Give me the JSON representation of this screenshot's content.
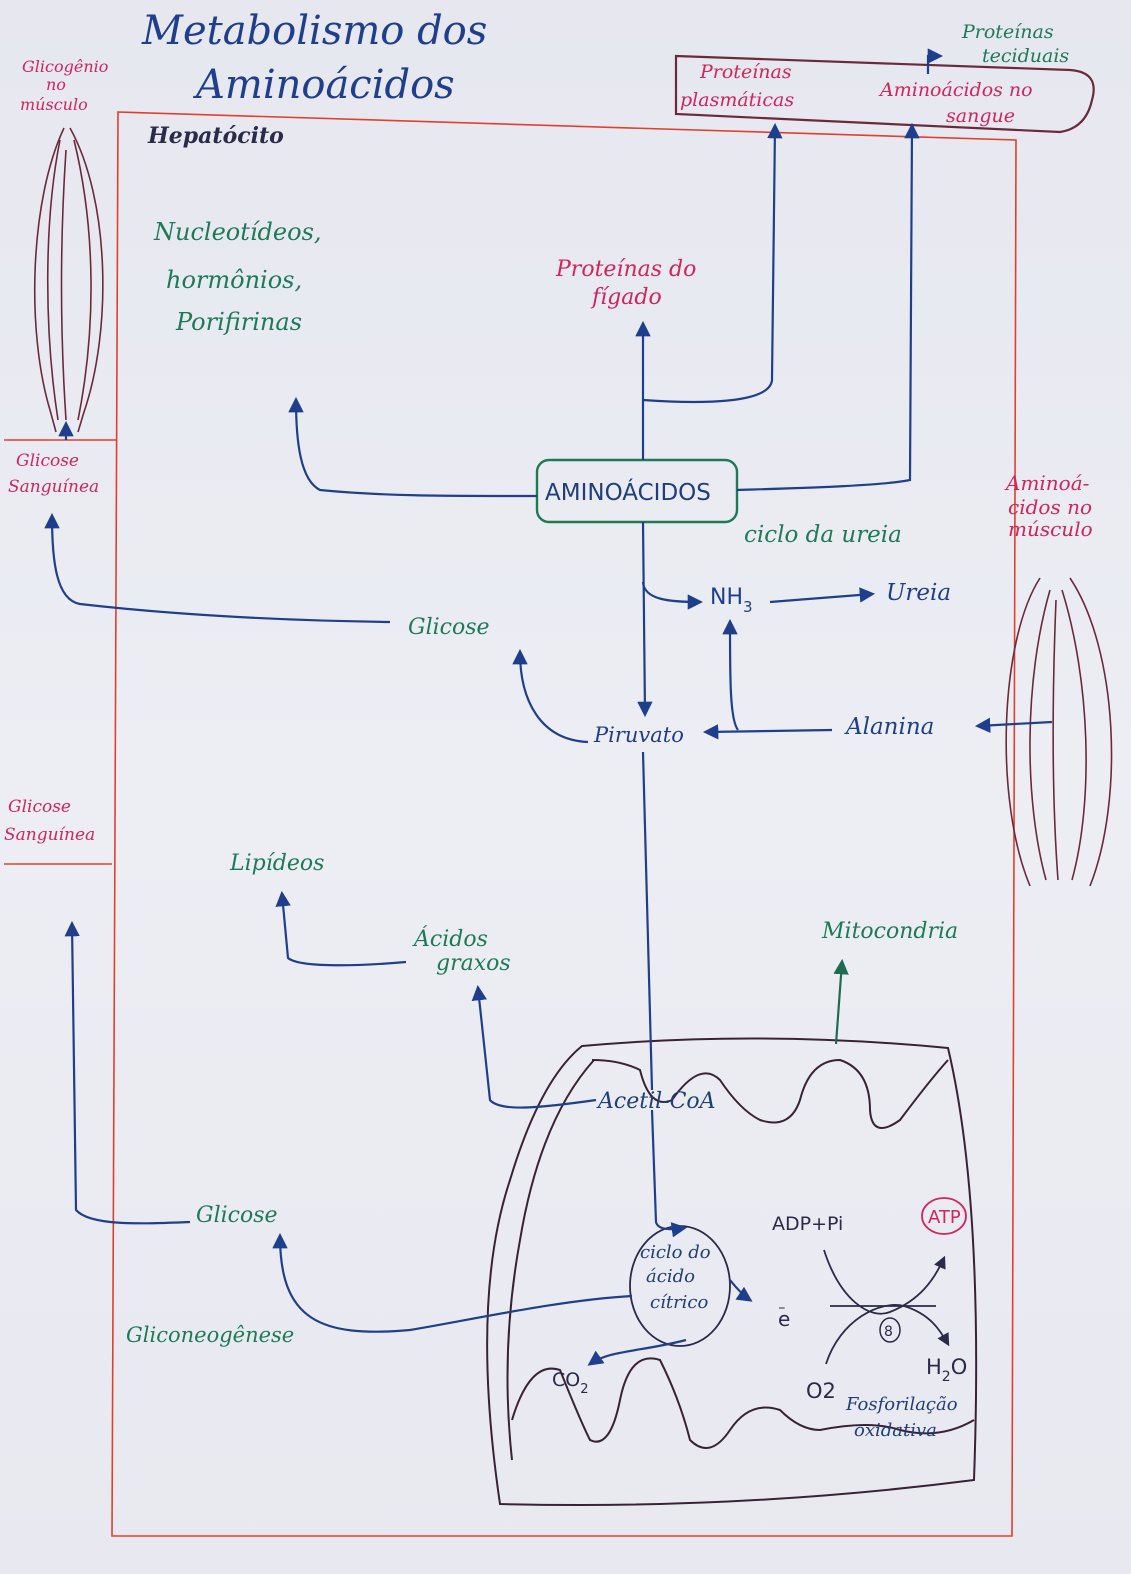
{
  "title": {
    "line1": "Metabolismo dos",
    "line2": "Aminoácidos"
  },
  "hepatocyte_label": "Hepatócito",
  "nodes": {
    "aminoacidos": "AMINOÁCIDOS",
    "nucleotideos": [
      "Nucleotídeos,",
      "hormônios,",
      "Porifirinas"
    ],
    "proteinas_figado": [
      "Proteínas do",
      "fígado"
    ],
    "proteinas_plasmaticas": [
      "Proteínas",
      "plasmáticas"
    ],
    "aminoacidos_sangue": [
      "Aminoácidos no",
      "sangue"
    ],
    "proteinas_teciduais": [
      "Proteínas",
      "teciduais"
    ],
    "ciclo_ureia": "ciclo da ureia",
    "nh3_main": "NH",
    "nh3_sub": "3",
    "ureia": "Ureia",
    "glicose_top": "Glicose",
    "piruvato": "Piruvato",
    "alanina": "Alanina",
    "aminoacidos_musculo": [
      "Aminoá-",
      "cidos no",
      "músculo"
    ],
    "glicogenio_musculo": [
      "Glicogênio",
      "no",
      "músculo"
    ],
    "glicose_sanguinea_top": [
      "Glicose",
      "Sanguínea"
    ],
    "glicose_sanguinea_bottom": [
      "Glicose",
      "Sanguínea"
    ],
    "lipideos": "Lipídeos",
    "acidos_graxos": [
      "Ácidos",
      "graxos"
    ],
    "mitocondria": "Mitocondria",
    "acetil_coa": "Acetil-CoA",
    "ciclo_citrico": [
      "ciclo do",
      "ácido",
      "cítrico"
    ],
    "adp_pi": "ADP+Pi",
    "atp": "ATP",
    "eletron": "e",
    "co2_main": "CO",
    "co2_sub": "2",
    "h2o_main": "H",
    "h2o_sub": "2",
    "h2o_end": "O",
    "o2": "O2",
    "fosforilacao": [
      "Fosforilação",
      "oxidativa"
    ],
    "glicose_bottom": "Glicose",
    "gliconeogenese": "Gliconeogênese",
    "complex_number": "8"
  },
  "colors": {
    "red_border": "#e0402e",
    "ink_blue": "#1f3f8c",
    "ink_green": "#1e7a55",
    "ink_red": "#d2255a",
    "ink_dark": "#2a2a4a",
    "ink_brown": "#6b2a3a"
  }
}
